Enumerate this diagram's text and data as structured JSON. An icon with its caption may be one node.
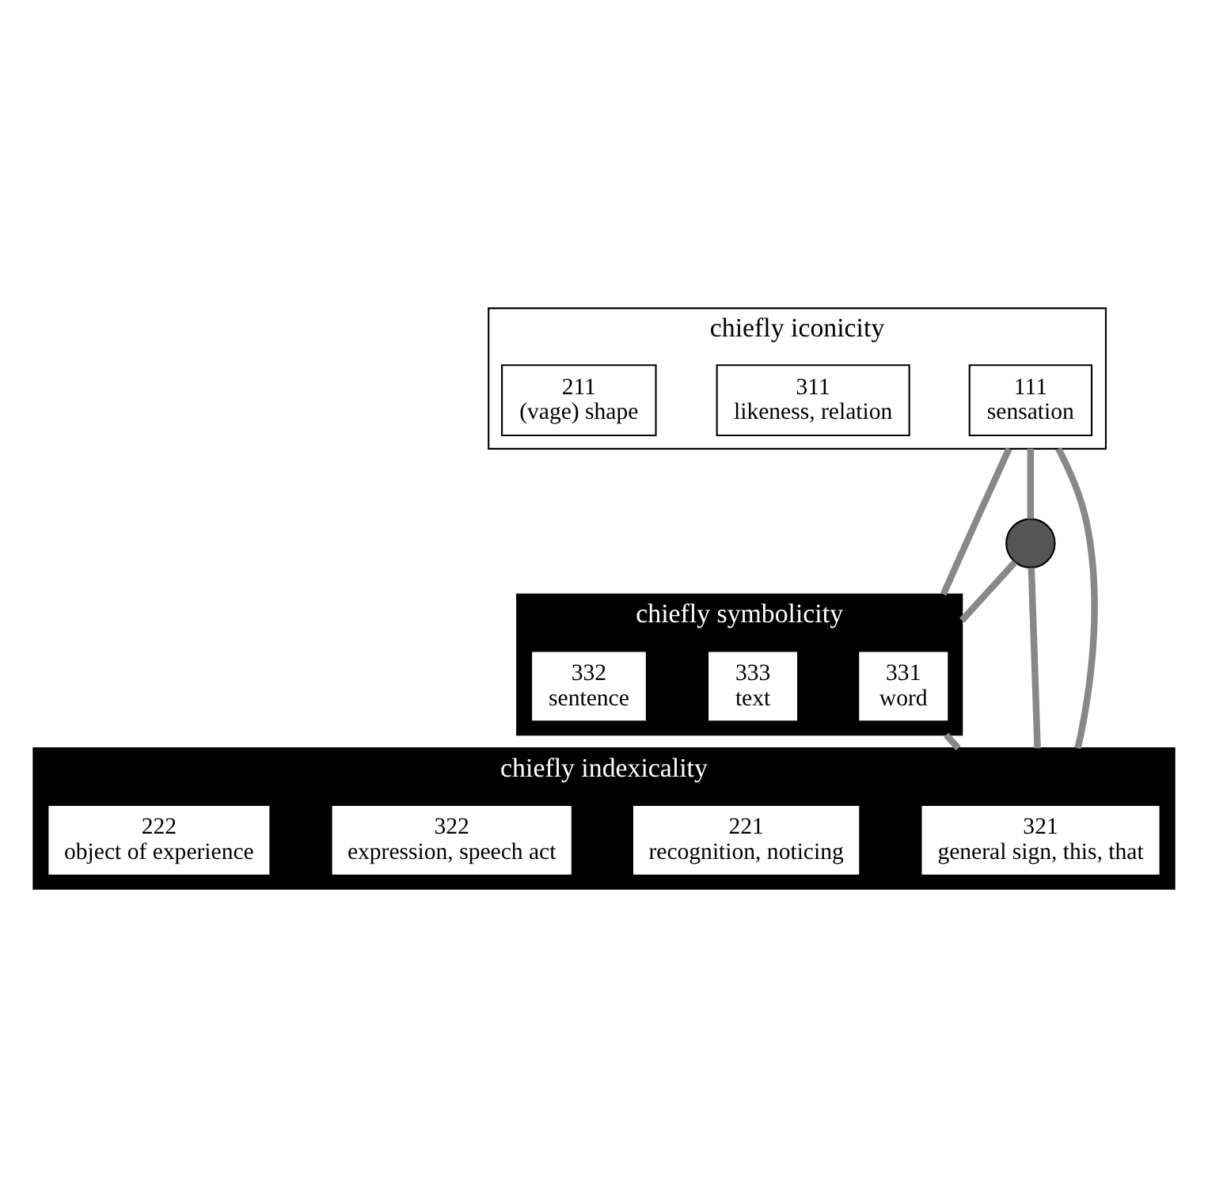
{
  "diagram": {
    "nodes": [
      {
        "text": [
          "chiefly iconicity"
        ]
      },
      {
        "text": [
          "111 sensation"
        ],
        "in": 0
      },
      {
        "text": [
          "311 likeness, relation"
        ],
        "in": 0
      },
      {
        "text": [
          "211 (vage) shape"
        ],
        "in": 0
      },
      {
        "text": [
          "chiefly symbolicity"
        ]
      },
      {
        "text": [
          "331 word"
        ],
        "in": 4
      },
      {
        "text": [
          "333 text"
        ],
        "in": 4
      },
      {
        "text": [
          "332 sentence"
        ],
        "in": 4
      },
      {
        "text": [],
        "shape": "circle"
      },
      {
        "text": [
          "chiefly indexicality"
        ]
      },
      {
        "text": [
          "321 general sign, this, that"
        ],
        "in": 9
      },
      {
        "text": [
          "221 recognition, noticing"
        ],
        "in": 9
      },
      {
        "text": [
          "322 expression, speech act"
        ],
        "in": 9
      },
      {
        "text": [
          "222 object of experience"
        ],
        "in": 9
      }
    ],
    "edges": [
      {
        "from": 0,
        "to": 4,
        "arrow": "none"
      },
      {
        "from": 0,
        "to": 8,
        "arrow": "none"
      },
      {
        "from": 8,
        "to": 4,
        "arrow": "none"
      },
      {
        "from": 8,
        "to": 9,
        "arrow": "none"
      },
      {
        "from": 0,
        "to": 9,
        "arrow": "none"
      },
      {
        "from": 4,
        "to": 9,
        "arrow": "none"
      }
    ]
  }
}
